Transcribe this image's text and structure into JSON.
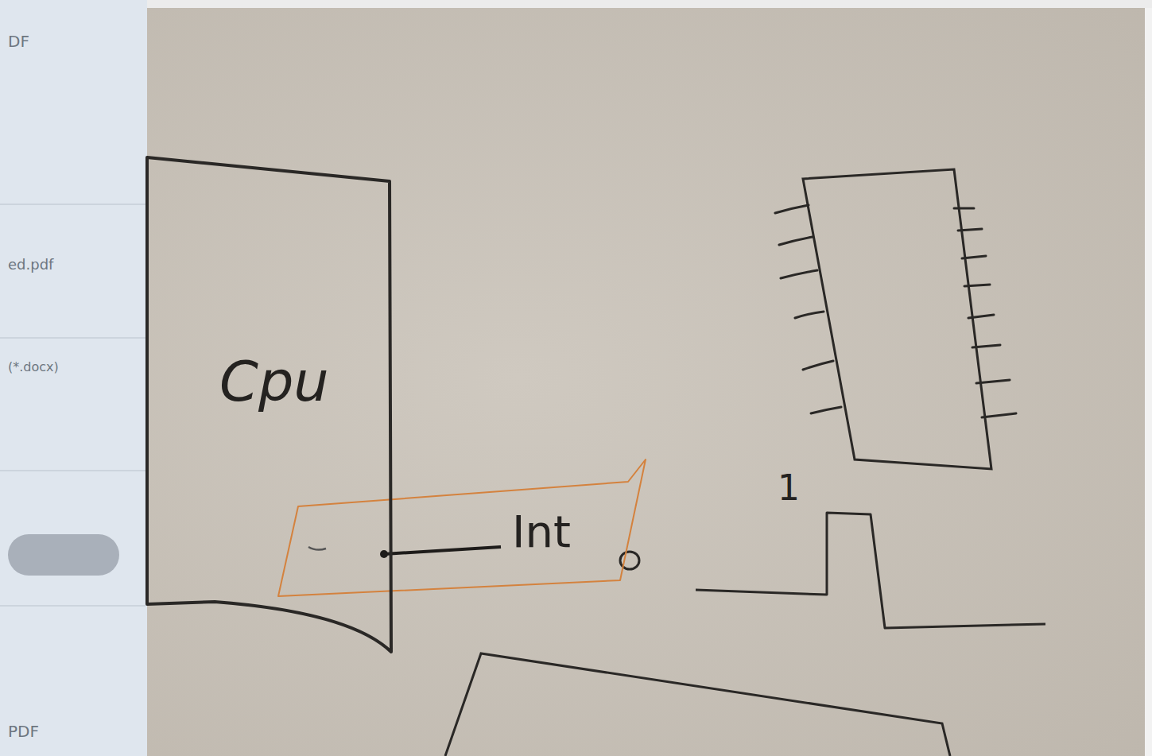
{
  "diagram": {
    "nodes": [
      {
        "text": [
          "Cpu"
        ]
      }
    ],
    "labels": [
      "DF",
      "ed.pdf",
      "(*.docx)",
      "PDF",
      "Int",
      "1"
    ]
  }
}
